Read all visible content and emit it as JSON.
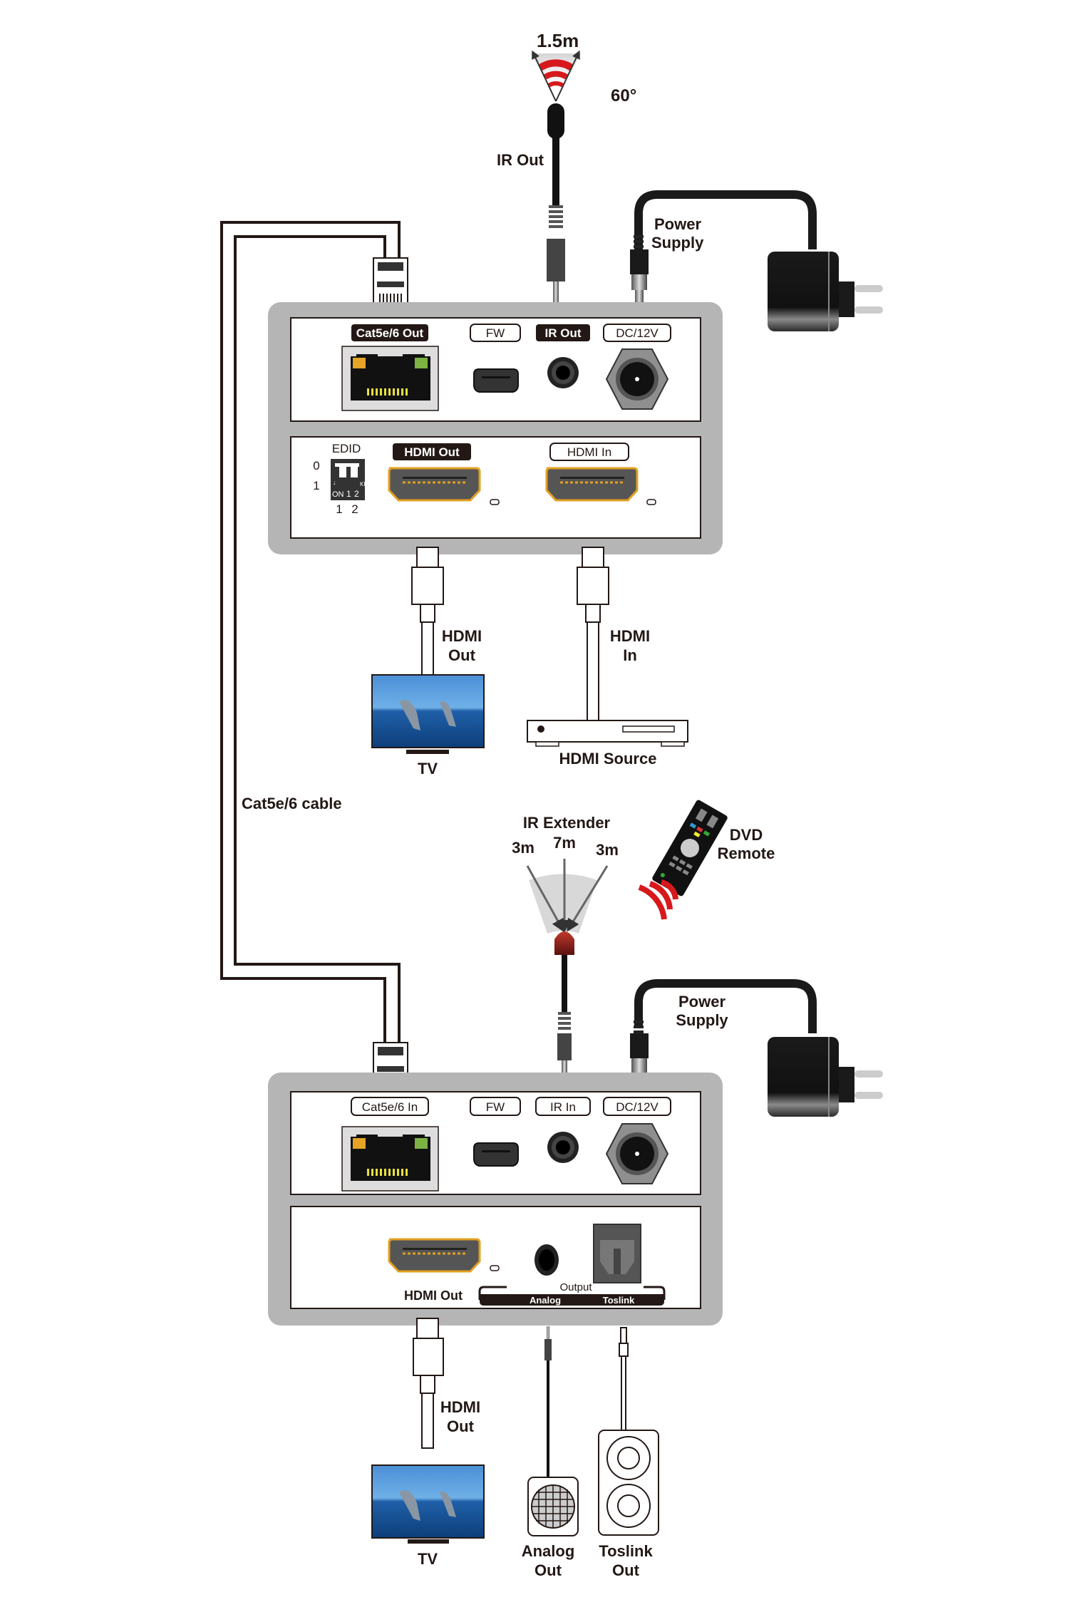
{
  "diagram": {
    "title": "HDMI over Cat5e/6 Extender with IR and Audio Output - Connection Diagram",
    "colors": {
      "panel": "#b5b5b6",
      "ink": "#231815",
      "ir_red": "#d7191c",
      "hdmi_gold": "#e2a020",
      "led_orange": "#e5a328",
      "led_green": "#7cb342",
      "pin_yellow": "#e8e03a"
    },
    "transmitter": {
      "ir_emitter": {
        "range_label": "1.5m",
        "angle_label": "60°",
        "cable_label": "IR Out"
      },
      "power_label_line1": "Power",
      "power_label_line2": "Supply",
      "front_ports": {
        "cat_label": "Cat5e/6 Out",
        "fw_label": "FW",
        "ir_label": "IR Out",
        "dc_label": "DC/12V"
      },
      "rear_ports": {
        "edid_label": "EDID",
        "edid_row0": "0",
        "edid_row1": "1",
        "edid_on": "ON",
        "edid_ke": "KE",
        "edid_sw1": "1",
        "edid_sw2": "2",
        "edid_col1": "1",
        "edid_col2": "2",
        "hdmi_out_label": "HDMI Out",
        "hdmi_in_label": "HDMI In"
      },
      "hdmi_out_cable_line1": "HDMI",
      "hdmi_out_cable_line2": "Out",
      "hdmi_in_cable_line1": "HDMI",
      "hdmi_in_cable_line2": "In",
      "tv_label": "TV",
      "source_label": "HDMI Source"
    },
    "cable_label": "Cat5e/6 cable",
    "receiver": {
      "ir_extender": {
        "title": "IR Extender",
        "left_range": "3m",
        "center_range": "7m",
        "right_range": "3m"
      },
      "remote_line1": "DVD",
      "remote_line2": "Remote",
      "power_label_line1": "Power",
      "power_label_line2": "Supply",
      "front_ports": {
        "cat_label": "Cat5e/6 In",
        "fw_label": "FW",
        "ir_label": "IR In",
        "dc_label": "DC/12V"
      },
      "rear_ports": {
        "hdmi_out_label": "HDMI Out",
        "output_group_label": "Output",
        "analog_label": "Analog",
        "toslink_label": "Toslink"
      },
      "hdmi_out_cable_line1": "HDMI",
      "hdmi_out_cable_line2": "Out",
      "tv_label": "TV",
      "analog_out_line1": "Analog",
      "analog_out_line2": "Out",
      "toslink_out_line1": "Toslink",
      "toslink_out_line2": "Out"
    }
  }
}
